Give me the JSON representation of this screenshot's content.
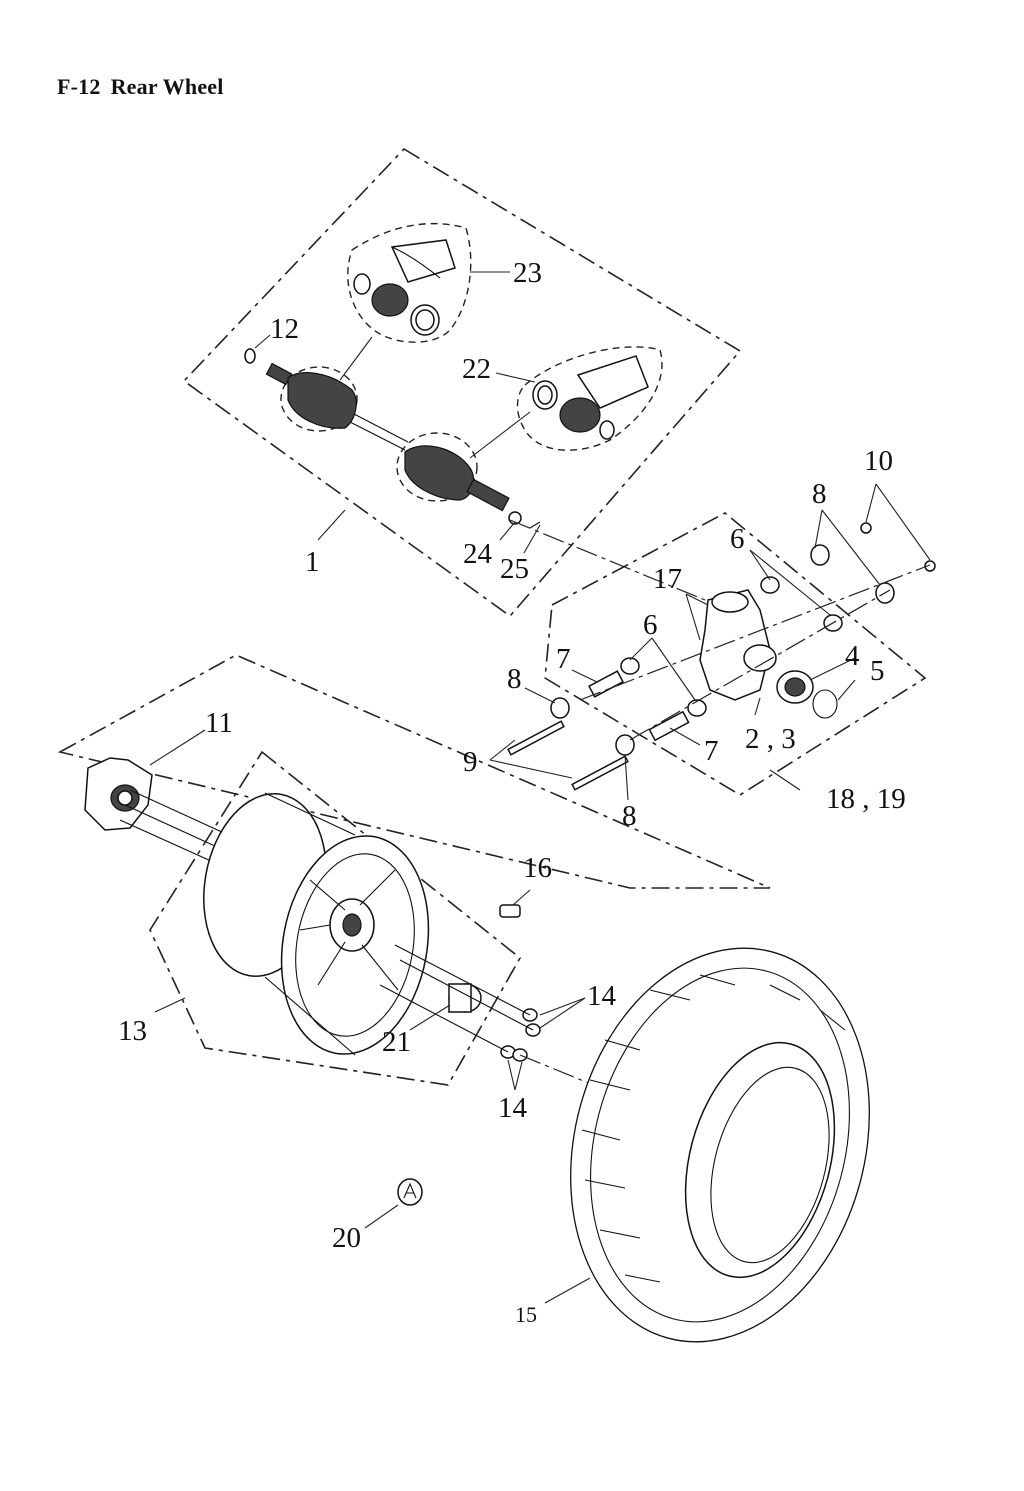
{
  "header": {
    "code": "F-12",
    "title": "Rear Wheel"
  },
  "callouts": {
    "c1": "1",
    "c2_3": "2 , 3",
    "c4": "4",
    "c5": "5",
    "c6a": "6",
    "c6b": "6",
    "c7a": "7",
    "c7b": "7",
    "c8a": "8",
    "c8b": "8",
    "c8c": "8",
    "c9": "9",
    "c10": "10",
    "c11": "11",
    "c12": "12",
    "c13": "13",
    "c14a": "14",
    "c14b": "14",
    "c15": "15",
    "c16": "16",
    "c17": "17",
    "c18_19": "18 , 19",
    "c20": "20",
    "c21": "21",
    "c22": "22",
    "c23": "23",
    "c24": "24",
    "c25": "25"
  },
  "colors": {
    "line": "#111111",
    "background": "#ffffff"
  }
}
